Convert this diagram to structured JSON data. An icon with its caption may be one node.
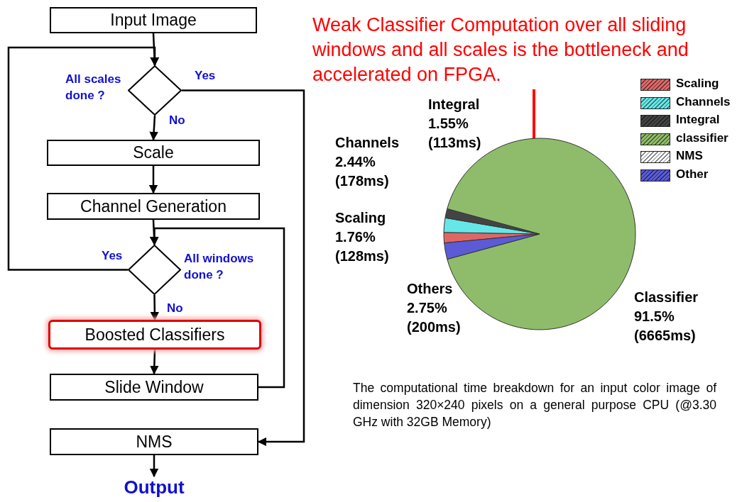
{
  "diagram": {
    "caption": "The computational time breakdown for an input color image of dimension 320×240 pixels on a general purpose CPU (@3.30 GHz with 32GB Memory)",
    "nodes": [
      {
        "text": [
          "Input Image"
        ]
      },
      {
        "text": [
          "All scales done ?"
        ]
      },
      {
        "text": [
          "Scale"
        ]
      },
      {
        "text": [
          "Channel Generation"
        ]
      },
      {
        "text": [
          "All windows done ?"
        ]
      },
      {
        "text": [
          "Boosted Classifiers"
        ]
      },
      {
        "text": [
          "Slide Window"
        ]
      },
      {
        "text": [
          "NMS"
        ]
      },
      {
        "text": [
          "Output"
        ]
      },
      {
        "text": [
          "Weak Classifier Computation over all sliding windows and all scales is the bottleneck and accelerated on FPGA."
        ]
      }
    ],
    "edges": [
      {
        "from": 0,
        "to": 1,
        "arrow": "to"
      },
      {
        "from": 1,
        "to": 2,
        "arrow": "to",
        "label": "No"
      },
      {
        "from": 1,
        "to": 7,
        "arrow": "to",
        "label": "Yes"
      },
      {
        "from": 2,
        "to": 3,
        "arrow": "to"
      },
      {
        "from": 3,
        "to": 4,
        "arrow": "to"
      },
      {
        "from": 4,
        "to": 5,
        "arrow": "to",
        "label": "No"
      },
      {
        "from": 4,
        "to": 1,
        "arrow": "to",
        "label": "Yes"
      },
      {
        "from": 5,
        "to": 6,
        "arrow": "to"
      },
      {
        "from": 6,
        "to": 4,
        "arrow": "to"
      },
      {
        "from": 7,
        "to": 8,
        "arrow": "to"
      },
      {
        "from": 9,
        "to": null,
        "arrow": "to",
        "color": "#ff0000"
      }
    ],
    "chart_data": {
      "type": "pie",
      "legend": "upper right",
      "categories": [
        "Scaling",
        "Channels",
        "Integral",
        "classifier",
        "NMS",
        "Other"
      ],
      "values": [
        1.76,
        2.44,
        1.55,
        91.5,
        null,
        2.75
      ],
      "annotations": [
        "Integral 1.55% (113ms)",
        "Channels 2.44% (178ms)",
        "Scaling 1.76% (128ms)",
        "Others 2.75% (200ms)",
        "Classifier 91.5% (6665ms)"
      ]
    }
  }
}
